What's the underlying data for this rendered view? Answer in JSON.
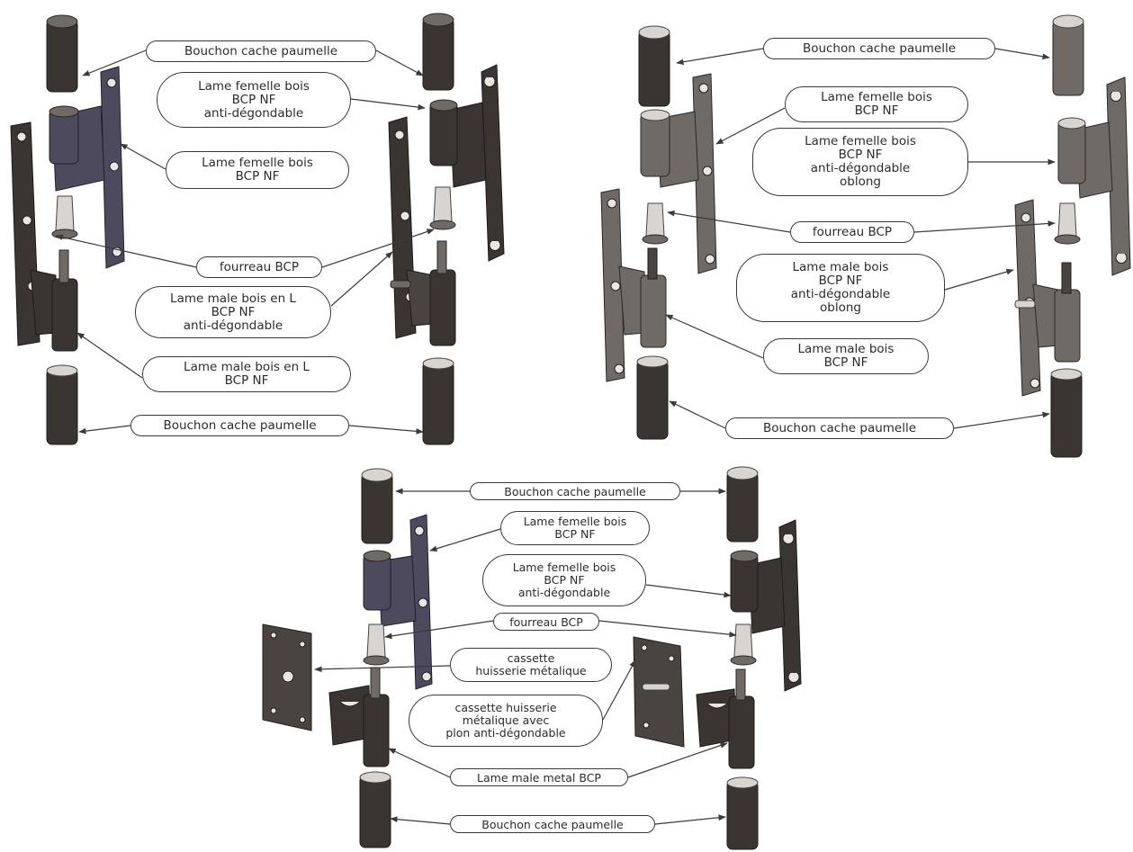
{
  "labels": {
    "bouchon": "Bouchon cache paumelle",
    "lame_femelle_anti": "Lame femelle bois\nBCP NF\nanti-dégondable",
    "lame_femelle": "Lame femelle bois\nBCP NF",
    "fourreau": "fourreau BCP",
    "lame_male_L_anti": "Lame male bois en L\nBCP NF\nanti-dégondable",
    "lame_male_L": "Lame male bois en L\nBCP NF",
    "lame_femelle_oblong": "Lame femelle bois\nBCP NF\nanti-dégondable\noblong",
    "lame_male_oblong": "Lame male bois\nBCP NF\nanti-dégondable\noblong",
    "lame_male": "Lame male bois\nBCP NF",
    "cassette": "cassette\nhuisserie métalique",
    "cassette_plon": "cassette huisserie\nmétalique avec\nplon anti-dégondable",
    "lame_male_metal": "Lame male metal BCP"
  },
  "colors": {
    "line": "#3b3b3b",
    "part_dark": "#3a3532",
    "part_blue": "#4c4a5c",
    "label_border": "#3a3a3a"
  }
}
